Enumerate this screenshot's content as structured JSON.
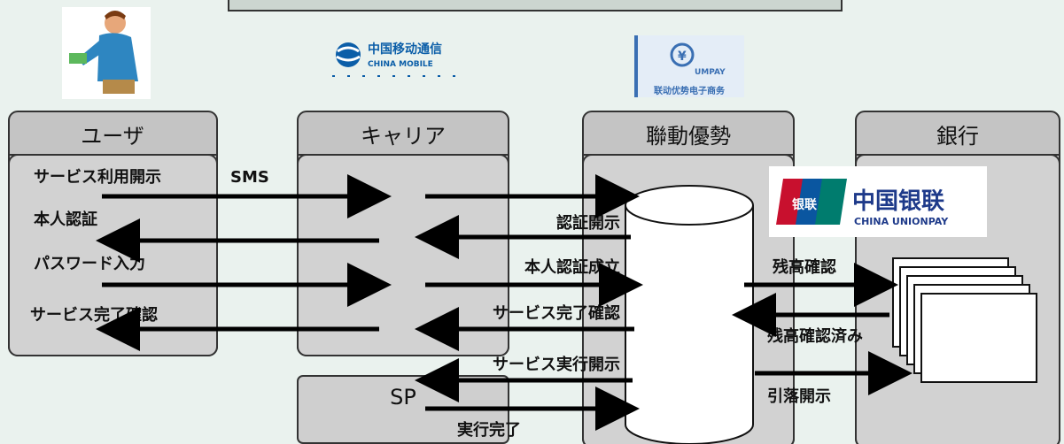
{
  "lanes": {
    "user": "ユーザ",
    "carrier": "キャリア",
    "unionpay_adv": "聯動優勢",
    "bank": "銀行",
    "sp": "SP"
  },
  "sms_label": "SMS",
  "user_steps": [
    "サービス利用開示",
    "本人認証",
    "パスワード入力",
    "サービス完了確認"
  ],
  "flow_labels": {
    "auth_request": "認証開示",
    "auth_ok": "本人認証成立",
    "service_done": "サービス完了確認",
    "service_exec": "サービス実行開示",
    "exec_done": "実行完了",
    "balance_check": "残高確認",
    "balance_checked": "残高確認済み",
    "settle": "引落開示"
  },
  "logos": {
    "carrier_cn": "中国移动通信",
    "carrier_en": "CHINA MOBILE",
    "umpay_en": "UMPAY",
    "umpay_cn": "联动优势电子商务",
    "unionpay_cn": "中国银联",
    "unionpay_en": "CHINA UNIONPAY",
    "unionpay_badge": "银联"
  },
  "colors": {
    "lane_fill": "#c4c4c4",
    "lane_body": "#d2d2d2",
    "arrow": "#000000",
    "unionpay_red": "#c8102e",
    "unionpay_blue": "#0a56a0",
    "unionpay_green": "#007c6e"
  }
}
